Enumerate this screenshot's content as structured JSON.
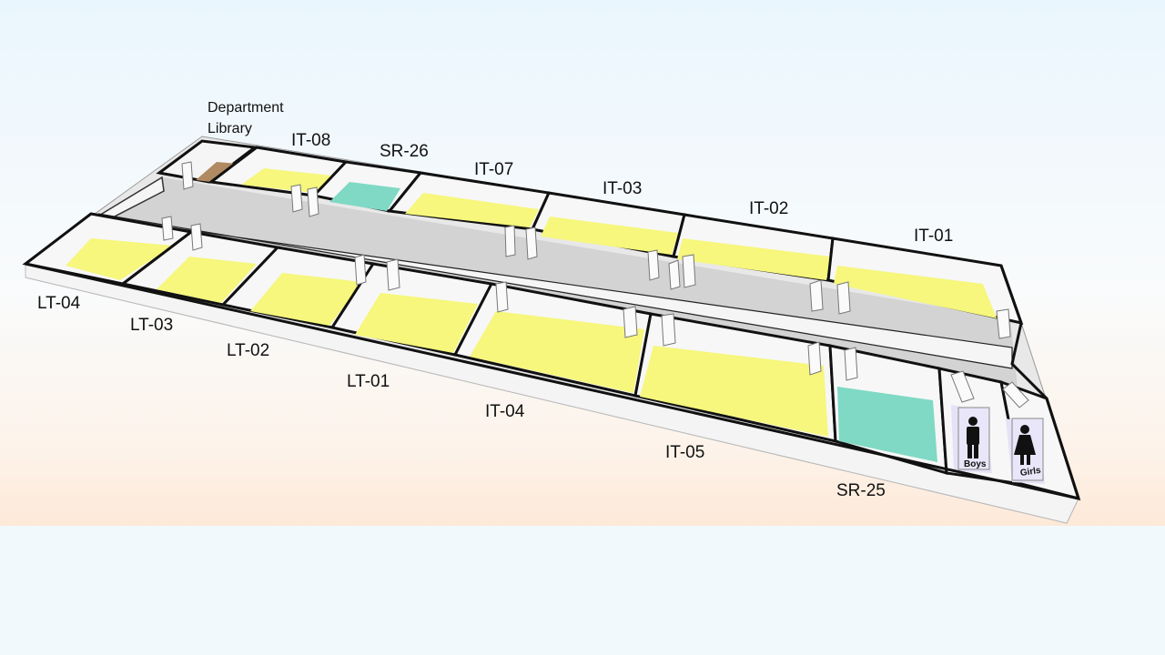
{
  "floorplan": {
    "department_library": "Department\nLibrary",
    "top_rooms": [
      {
        "id": "it-08",
        "label": "IT-08"
      },
      {
        "id": "sr-26",
        "label": "SR-26"
      },
      {
        "id": "it-07",
        "label": "IT-07"
      },
      {
        "id": "it-03",
        "label": "IT-03"
      },
      {
        "id": "it-02",
        "label": "IT-02"
      },
      {
        "id": "it-01",
        "label": "IT-01"
      }
    ],
    "bottom_rooms": [
      {
        "id": "lt-04",
        "label": "LT-04"
      },
      {
        "id": "lt-03",
        "label": "LT-03"
      },
      {
        "id": "lt-02",
        "label": "LT-02"
      },
      {
        "id": "lt-01",
        "label": "LT-01"
      },
      {
        "id": "it-04",
        "label": "IT-04"
      },
      {
        "id": "it-05",
        "label": "IT-05"
      },
      {
        "id": "sr-25",
        "label": "SR-25"
      }
    ],
    "restrooms": {
      "boys": "Boys",
      "girls": "Girls"
    },
    "colors": {
      "lecture_room_floor": "#f6f77c",
      "seminar_room_floor": "#7fd9c4",
      "library_floor": "#b08a62",
      "corridor_floor": "#d3d3d3",
      "wall": "#f7f7f7",
      "wall_edge": "#111111"
    }
  }
}
